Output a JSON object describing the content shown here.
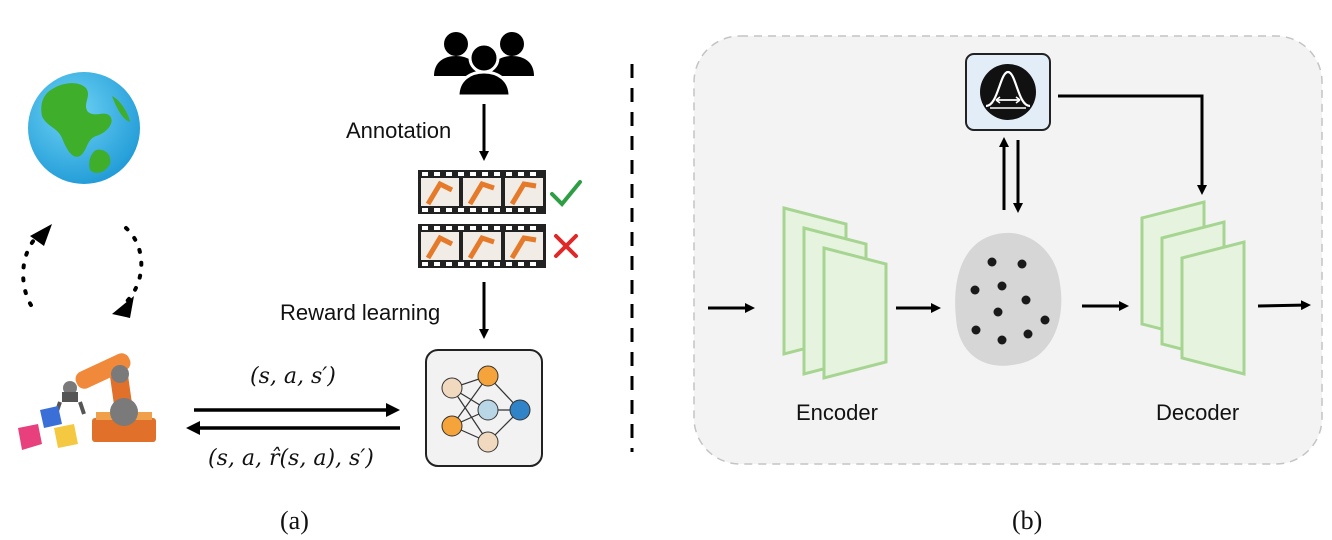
{
  "panel_a": {
    "annotation_label": "Annotation",
    "reward_learning_label": "Reward learning",
    "forward_transition": "(s, a, s′)",
    "backward_transition": "(s, a, r̂(s, a), s′)",
    "caption": "(a)",
    "icons": {
      "environment": "globe-icon",
      "agent": "robot-arm-icon",
      "annotators": "people-group-icon",
      "good_clip_mark": "check-icon",
      "bad_clip_mark": "cross-icon",
      "reward_model": "neural-network-icon"
    },
    "colors": {
      "check": "#2e9e44",
      "cross": "#e02828"
    }
  },
  "panel_b": {
    "encoder_label": "Encoder",
    "decoder_label": "Decoder",
    "caption": "(b)",
    "icons": {
      "prior": "gaussian-distribution-icon",
      "latent_space": "latent-cloud-icon"
    },
    "colors": {
      "encoder_fill": "#e6f3df",
      "encoder_stroke": "#a6d591",
      "panel_fill": "#f3f3f3"
    }
  }
}
